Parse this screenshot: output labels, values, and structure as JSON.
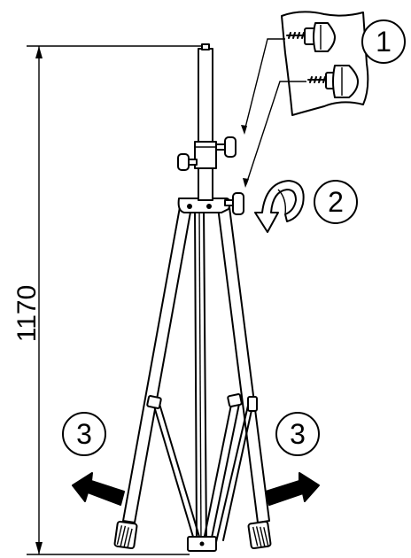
{
  "dimension": {
    "value": "1170"
  },
  "callouts": [
    {
      "number": "1"
    },
    {
      "number": "2"
    },
    {
      "number": "3"
    },
    {
      "number": "3"
    }
  ],
  "icons": {
    "rotate_arrow": "rotate-clockwise-arrow-icon",
    "spread_left": "spread-left-arrow-icon",
    "spread_right": "spread-right-arrow-icon",
    "knob_detail": "knob-screw-detail-icon"
  },
  "colors": {
    "line": "#000000",
    "background": "#ffffff",
    "arrow_fill": "#000000"
  }
}
